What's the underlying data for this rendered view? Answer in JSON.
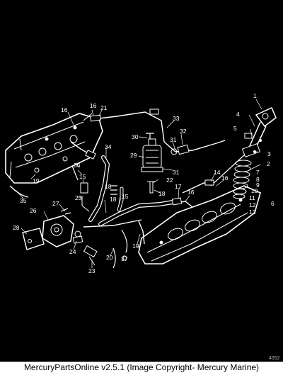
{
  "footer": {
    "text": "MercuryPartsOnline v2.5.1 (Image Copyright- Mercury Marine)"
  },
  "diagram": {
    "reference_number": "4352",
    "callouts": [
      {
        "id": "c1",
        "label": "1"
      },
      {
        "id": "c2",
        "label": "2"
      },
      {
        "id": "c3",
        "label": "3"
      },
      {
        "id": "c4",
        "label": "4"
      },
      {
        "id": "c5",
        "label": "5"
      },
      {
        "id": "c6",
        "label": "6"
      },
      {
        "id": "c7",
        "label": "7"
      },
      {
        "id": "c8",
        "label": "8"
      },
      {
        "id": "c9",
        "label": "9"
      },
      {
        "id": "c10",
        "label": "10"
      },
      {
        "id": "c11",
        "label": "11"
      },
      {
        "id": "c12",
        "label": "12"
      },
      {
        "id": "c13",
        "label": "13"
      },
      {
        "id": "c14",
        "label": "14"
      },
      {
        "id": "c15a",
        "label": "15"
      },
      {
        "id": "c15b",
        "label": "15"
      },
      {
        "id": "c16a",
        "label": "16"
      },
      {
        "id": "c16b",
        "label": "16"
      },
      {
        "id": "c16c",
        "label": "16"
      },
      {
        "id": "c16d",
        "label": "16"
      },
      {
        "id": "c17",
        "label": "17"
      },
      {
        "id": "c18a",
        "label": "18"
      },
      {
        "id": "c18b",
        "label": "18"
      },
      {
        "id": "c18c",
        "label": "18"
      },
      {
        "id": "c19a",
        "label": "19"
      },
      {
        "id": "c19b",
        "label": "19"
      },
      {
        "id": "c20",
        "label": "20"
      },
      {
        "id": "c21",
        "label": "21"
      },
      {
        "id": "c22",
        "label": "22"
      },
      {
        "id": "c23",
        "label": "23"
      },
      {
        "id": "c24",
        "label": "24"
      },
      {
        "id": "c25",
        "label": "25"
      },
      {
        "id": "c26",
        "label": "26"
      },
      {
        "id": "c27",
        "label": "27"
      },
      {
        "id": "c28",
        "label": "28"
      },
      {
        "id": "c29",
        "label": "29"
      },
      {
        "id": "c30",
        "label": "30"
      },
      {
        "id": "c31a",
        "label": "31"
      },
      {
        "id": "c31b",
        "label": "31"
      },
      {
        "id": "c32",
        "label": "32"
      },
      {
        "id": "c33",
        "label": "33"
      },
      {
        "id": "c34",
        "label": "34"
      },
      {
        "id": "c35",
        "label": "35"
      },
      {
        "id": "c36",
        "label": "36"
      },
      {
        "id": "c37",
        "label": "37"
      }
    ]
  }
}
